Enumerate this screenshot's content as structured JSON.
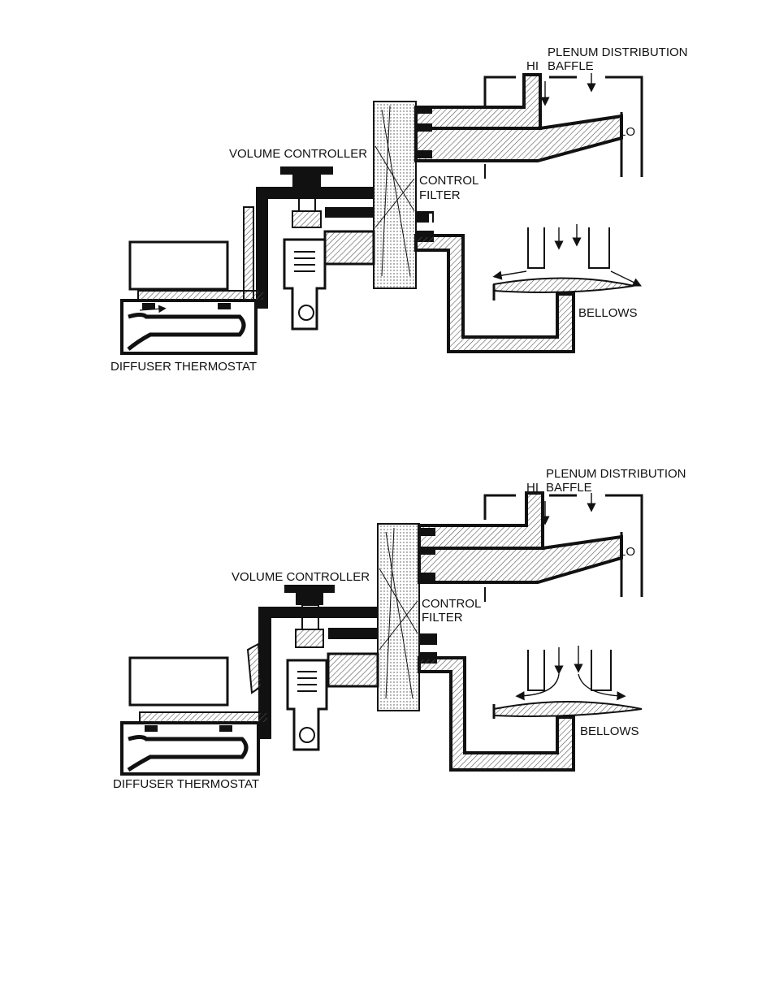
{
  "diagrams": [
    {
      "labels": {
        "plenum_line1": "PLENUM DISTRIBUTION",
        "plenum_line2": "BAFFLE",
        "hi": "HI",
        "lo": "LO",
        "volume_controller": "VOLUME CONTROLLER",
        "control": "CONTROL",
        "filter": "FILTER",
        "bellows": "BELLOWS",
        "diffuser_thermostat": "DIFFUSER THERMOSTAT"
      },
      "bellows_state": "closed"
    },
    {
      "labels": {
        "plenum_line1": "PLENUM DISTRIBUTION",
        "plenum_line2": "BAFFLE",
        "hi": "HI",
        "lo": "LO",
        "volume_controller": "VOLUME CONTROLLER",
        "control": "CONTROL",
        "filter": "FILTER",
        "bellows": "BELLOWS",
        "diffuser_thermostat": "DIFFUSER THERMOSTAT"
      },
      "bellows_state": "open"
    }
  ],
  "colors": {
    "ink": "#111111",
    "hatch": "#555555"
  }
}
